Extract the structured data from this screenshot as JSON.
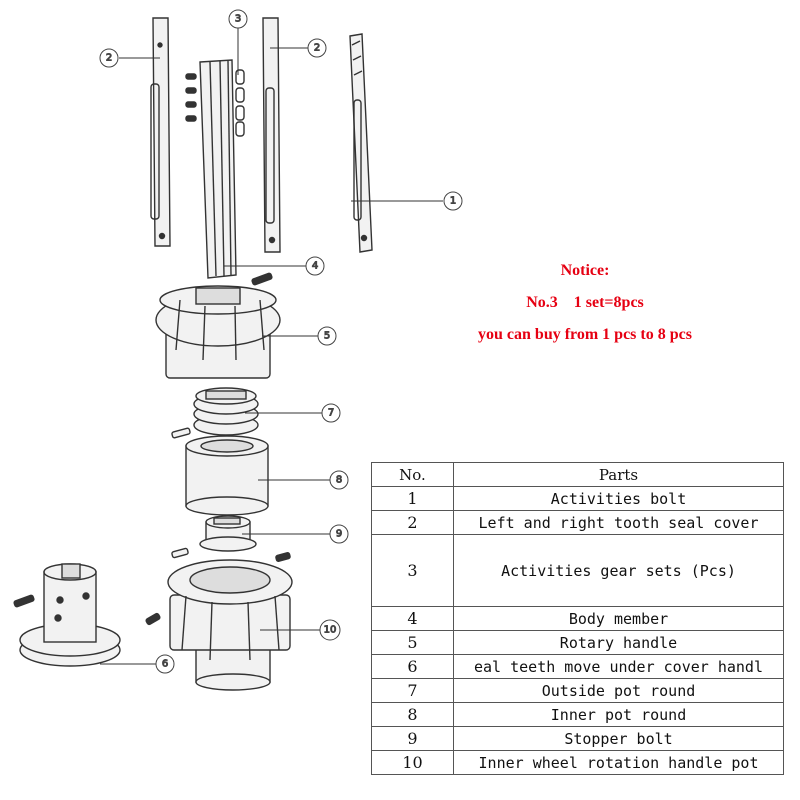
{
  "notice": {
    "title": "Notice:",
    "line1": "No.3    1 set=8pcs",
    "line2": "you can buy from 1 pcs to 8 pcs"
  },
  "callouts": [
    "1",
    "2",
    "2",
    "3",
    "4",
    "5",
    "6",
    "7",
    "8",
    "9",
    "10"
  ],
  "table": {
    "headers": [
      "No.",
      "Parts"
    ],
    "rows": [
      {
        "no": "1",
        "part": "Activities bolt"
      },
      {
        "no": "2",
        "part": "Left and right tooth seal cover"
      },
      {
        "no": "3",
        "part": "Activities gear sets (Pcs)"
      },
      {
        "no": "4",
        "part": "Body member"
      },
      {
        "no": "5",
        "part": "Rotary handle"
      },
      {
        "no": "6",
        "part": "eal teeth move under cover handl"
      },
      {
        "no": "7",
        "part": "Outside pot round"
      },
      {
        "no": "8",
        "part": "Inner pot round"
      },
      {
        "no": "9",
        "part": "Stopper bolt"
      },
      {
        "no": "10",
        "part": "Inner wheel rotation handle pot"
      }
    ]
  },
  "colors": {
    "notice": "#e60012",
    "line": "#333333"
  }
}
